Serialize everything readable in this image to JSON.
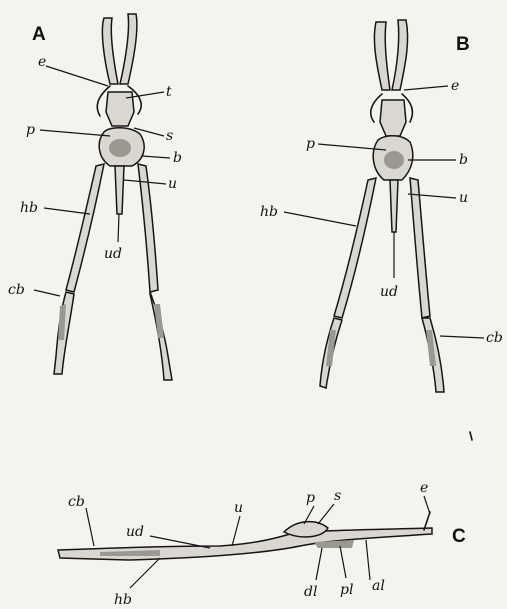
{
  "panels": {
    "a": {
      "letter": "A",
      "labels": {
        "e": "e",
        "t": "t",
        "p": "p",
        "s": "s",
        "b": "b",
        "u": "u",
        "hb": "hb",
        "ud": "ud",
        "cb": "cb"
      }
    },
    "b": {
      "letter": "B",
      "labels": {
        "e": "e",
        "p": "p",
        "b": "b",
        "u": "u",
        "hb": "hb",
        "ud": "ud",
        "cb": "cb"
      }
    },
    "c": {
      "letter": "C",
      "labels": {
        "cb": "cb",
        "ud": "ud",
        "u": "u",
        "p": "p",
        "s": "s",
        "e": "e",
        "hb": "hb",
        "dl": "dl",
        "pl": "pl",
        "al": "al"
      }
    }
  }
}
